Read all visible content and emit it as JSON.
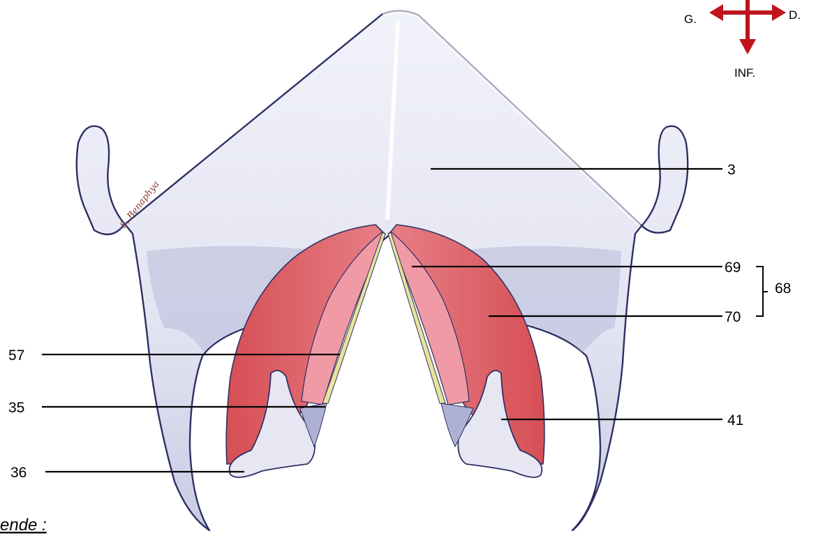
{
  "orientation": {
    "left_label": "G.",
    "right_label": "D.",
    "down_label": "INF.",
    "arrow_color": "#c0141b"
  },
  "signature": "S. Benaphya",
  "labels": {
    "l3": "3",
    "l69": "69",
    "l70": "70",
    "l68": "68",
    "l57": "57",
    "l35": "35",
    "l36": "36",
    "l41": "41"
  },
  "legend_fragment": "ende :",
  "colors": {
    "cartilage": "#e9eaf5",
    "cartilage_shadow": "#b7bad9",
    "outline": "#2e2f63",
    "muscle_dark": "#d9585c",
    "muscle_light": "#f2a4ae",
    "ligament": "#e8e39a"
  }
}
